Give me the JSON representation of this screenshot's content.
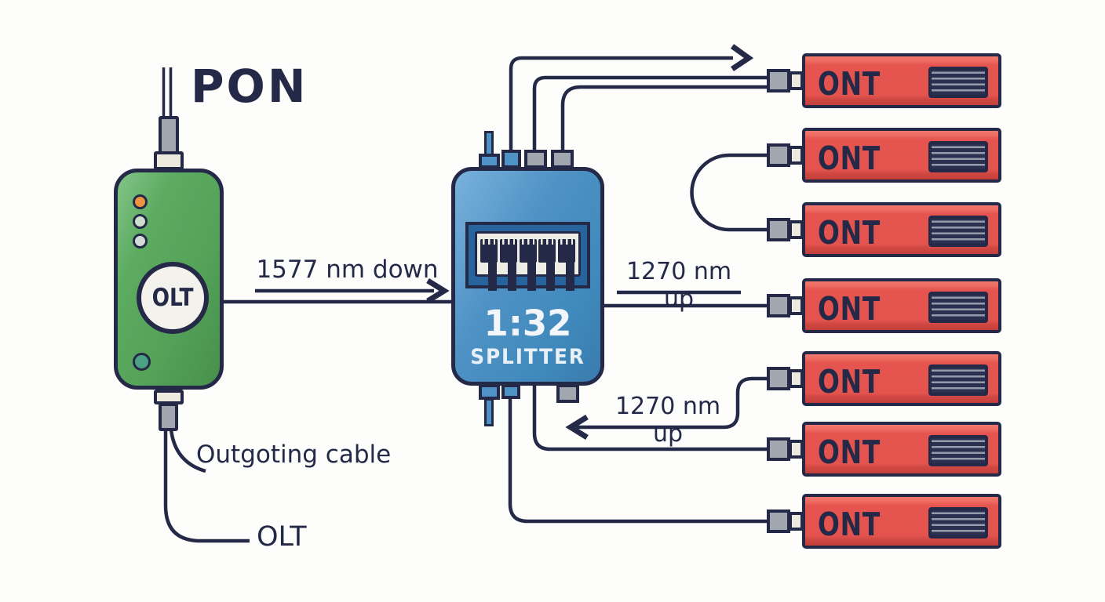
{
  "title": "PON",
  "colors": {
    "background": "#fdfdfc",
    "outline_navy": "#242947",
    "olt_green": "#55a259",
    "splitter_blue": "#4f92c5",
    "ont_red": "#e4534e",
    "connector_gray": "#a2a6ae",
    "connector_white": "#eceade",
    "led_orange": "#ef9440",
    "power_dot_teal": "#4ba184"
  },
  "olt": {
    "label": "OLT"
  },
  "splitter": {
    "ratio": "1:32",
    "label": "SPLITTER"
  },
  "links": {
    "downstream_label": "1577 nm down",
    "upstream_label_1": "1270 nm up",
    "upstream_label_2": "1270 nm up"
  },
  "annotations": {
    "outgoing_cable": "Outgoting cable",
    "olt_cable": "OLT"
  },
  "onts": [
    {
      "label": "ONT"
    },
    {
      "label": "ONT"
    },
    {
      "label": "ONT"
    },
    {
      "label": "ONT"
    },
    {
      "label": "ONT"
    },
    {
      "label": "ONT"
    },
    {
      "label": "ONT"
    }
  ]
}
